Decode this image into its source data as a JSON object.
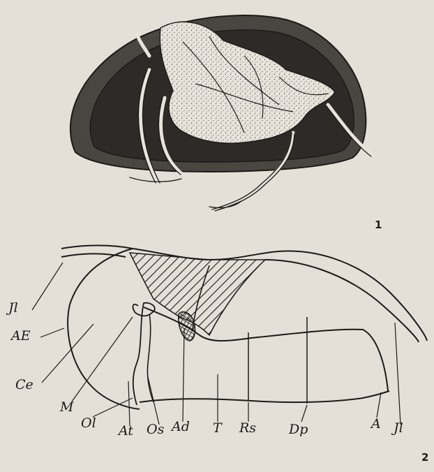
{
  "figure": {
    "panel1_number": "1",
    "panel2_number": "2",
    "labels": {
      "jl_left": "Jl",
      "ae": "AE",
      "ce": "Ce",
      "m": "M",
      "ol": "Ol",
      "at": "At",
      "os": "Os",
      "ad": "Ad",
      "t": "T",
      "rs": "Rs",
      "dp": "Dp",
      "a": "A",
      "jl_right": "Jl"
    }
  }
}
